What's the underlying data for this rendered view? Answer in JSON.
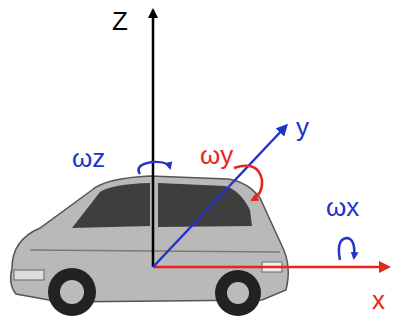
{
  "diagram": {
    "labels": [
      "Z",
      "ωz",
      "ωy",
      "y",
      "ωx",
      "x"
    ]
  }
}
